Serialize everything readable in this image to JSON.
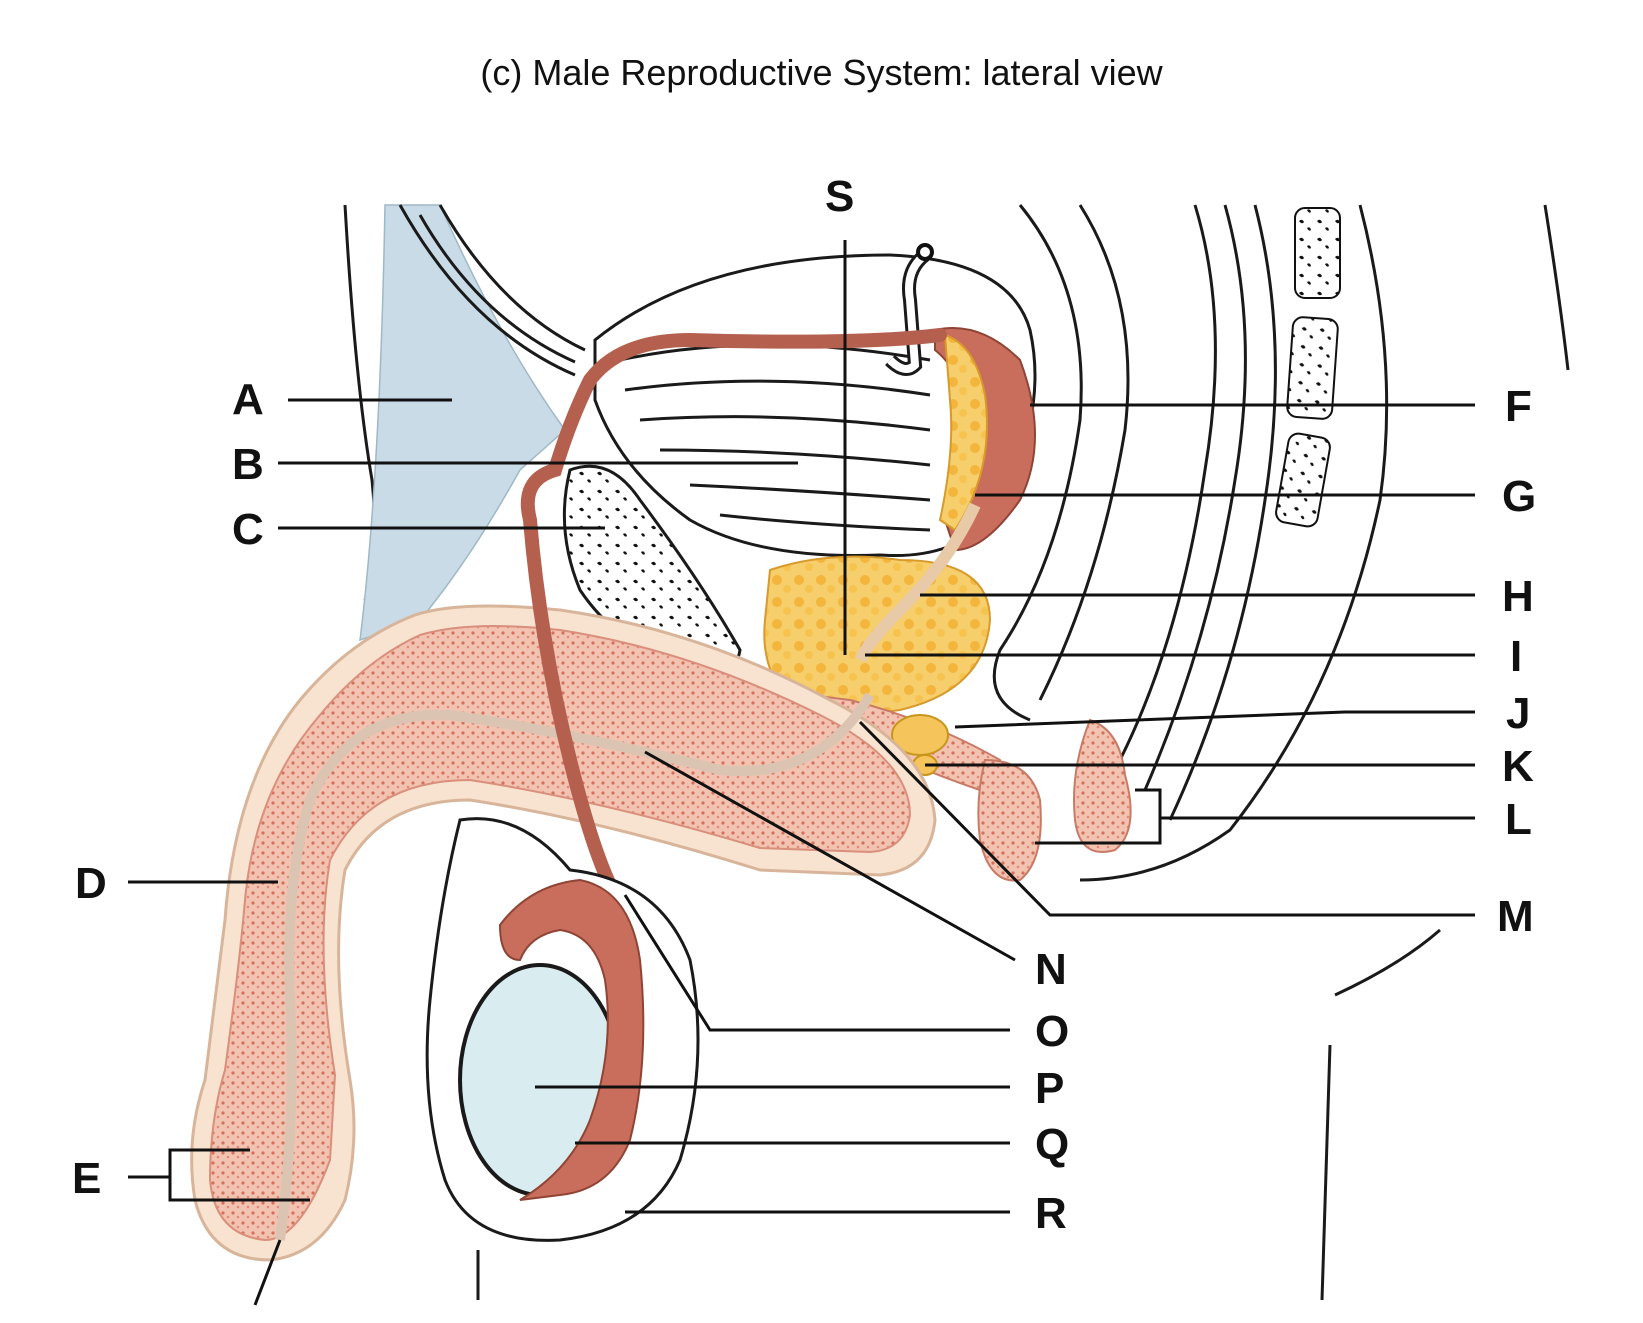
{
  "title": "(c) Male Reproductive System: lateral view",
  "labels": {
    "A": "A",
    "B": "B",
    "C": "C",
    "D": "D",
    "E": "E",
    "F": "F",
    "G": "G",
    "H": "H",
    "I": "I",
    "J": "J",
    "K": "K",
    "L": "L",
    "M": "M",
    "N": "N",
    "O": "O",
    "P": "P",
    "Q": "Q",
    "R": "R",
    "S": "S"
  },
  "colors": {
    "tissue_pink": "#f2b9a6",
    "duct_red": "#b5604f",
    "gland_yellow": "#f5c45a",
    "testis_blue": "#d9ecef",
    "ligament_blue": "#c9dbe6",
    "cream": "#f7e3cf"
  }
}
